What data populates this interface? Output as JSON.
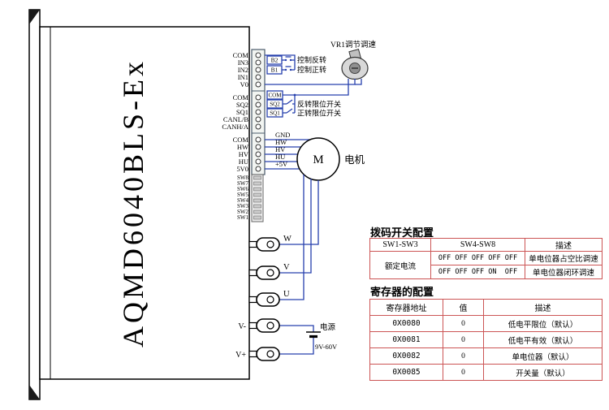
{
  "colors": {
    "wire": "#2740ad",
    "table_border": "#cc5555",
    "outline": "#000000"
  },
  "device": {
    "model": "AQMD6040BLS-Ex",
    "pins": [
      "COM",
      "IN3",
      "IN2",
      "IN1",
      "V0",
      "COM",
      "SQ2",
      "SQ1",
      "CANL/B",
      "CANH/A",
      "COM",
      "HW",
      "HV",
      "HU",
      "5V0",
      "SW8",
      "SW7",
      "SW6",
      "SW5",
      "SW4",
      "SW3",
      "SW2",
      "SW1"
    ],
    "power_labels": {
      "neg": "V-",
      "pos": "V+"
    }
  },
  "wiring": {
    "boxes": {
      "b2": "B2",
      "b1": "B1",
      "com": "COM",
      "sq2": "SQ2",
      "sq1": "SQ1"
    },
    "ctrl_reverse": "控制反转",
    "ctrl_forward": "控制正转",
    "vr1_label": "VR1调节调速",
    "limit_reverse": "反转限位开关",
    "limit_forward": "正转限位开关",
    "hall": [
      "GND",
      "HW",
      "HV",
      "HU",
      "+5V"
    ],
    "motor_symbol": "M",
    "motor_label": "电机",
    "phase": [
      "W",
      "V",
      "U"
    ],
    "power_label": "电源",
    "power_range": "9V-60V"
  },
  "dip_table": {
    "title": "拨码开关配置",
    "headers": [
      "SW1-SW3",
      "SW4-SW8",
      "描述"
    ],
    "row_label": "额定电流",
    "rows": [
      {
        "sw": "OFF OFF OFF OFF OFF",
        "desc": "单电位器占空比调速"
      },
      {
        "sw": "OFF OFF OFF ON  OFF",
        "desc": "单电位器闭环调速"
      }
    ]
  },
  "reg_table": {
    "title": "寄存器的配置",
    "headers": [
      "寄存器地址",
      "值",
      "描述"
    ],
    "rows": [
      {
        "addr": "0X0080",
        "val": "0",
        "desc": "低电平限位（默认）"
      },
      {
        "addr": "0X0081",
        "val": "0",
        "desc": "低电平有效（默认）"
      },
      {
        "addr": "0X0082",
        "val": "0",
        "desc": "单电位器（默认）"
      },
      {
        "addr": "0X0085",
        "val": "0",
        "desc": "开关量（默认）"
      }
    ]
  }
}
